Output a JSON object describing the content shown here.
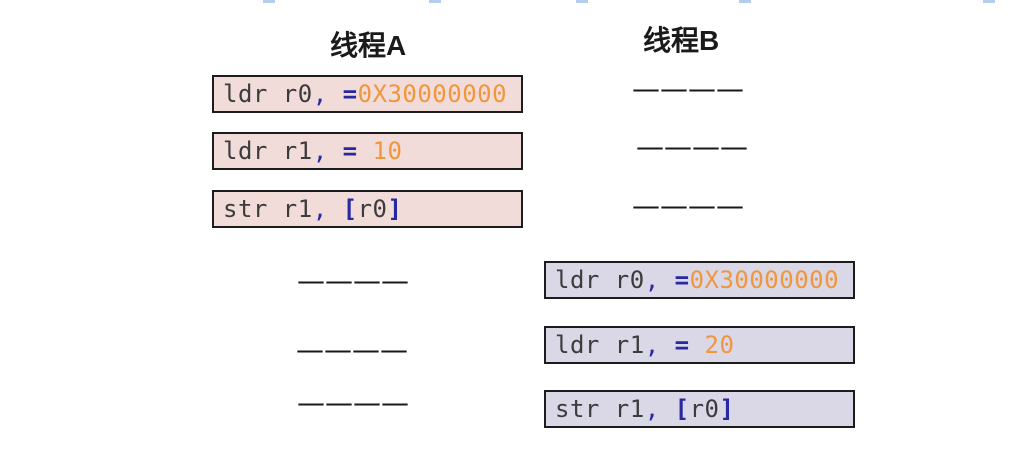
{
  "colors": {
    "box-a-bg": "#f2dcda",
    "box-b-bg": "#dad7e7",
    "box-border": "#1c1c1c",
    "code-default": "#3c3c3c",
    "code-operator": "#2828a0",
    "code-literal": "#f0963c",
    "header-text": "#1a1a1a",
    "dash": "#1a1a1a",
    "fragment-blue": "#9bbce8"
  },
  "figure": {
    "placeholder_dash": "————",
    "thread_a": {
      "header": "线程A",
      "instructions": [
        {
          "segments": [
            {
              "text": "ldr r0"
            },
            {
              "text": ", "
            },
            {
              "text": "="
            },
            {
              "text": "0X30000000"
            }
          ]
        },
        {
          "segments": [
            {
              "text": "ldr r1"
            },
            {
              "text": ", "
            },
            {
              "text": "= "
            },
            {
              "text": "10"
            }
          ]
        },
        {
          "segments": [
            {
              "text": "str r1"
            },
            {
              "text": ", "
            },
            {
              "text": "["
            },
            {
              "text": "r0"
            },
            {
              "text": "]"
            }
          ]
        }
      ]
    },
    "thread_b": {
      "header": "线程B",
      "instructions": [
        {
          "segments": [
            {
              "text": "ldr r0"
            },
            {
              "text": ", "
            },
            {
              "text": "="
            },
            {
              "text": "0X30000000"
            }
          ]
        },
        {
          "segments": [
            {
              "text": "ldr r1"
            },
            {
              "text": ", "
            },
            {
              "text": "= "
            },
            {
              "text": "20"
            }
          ]
        },
        {
          "segments": [
            {
              "text": "str r1"
            },
            {
              "text": ", "
            },
            {
              "text": "["
            },
            {
              "text": "r0"
            },
            {
              "text": "]"
            }
          ]
        }
      ]
    }
  }
}
